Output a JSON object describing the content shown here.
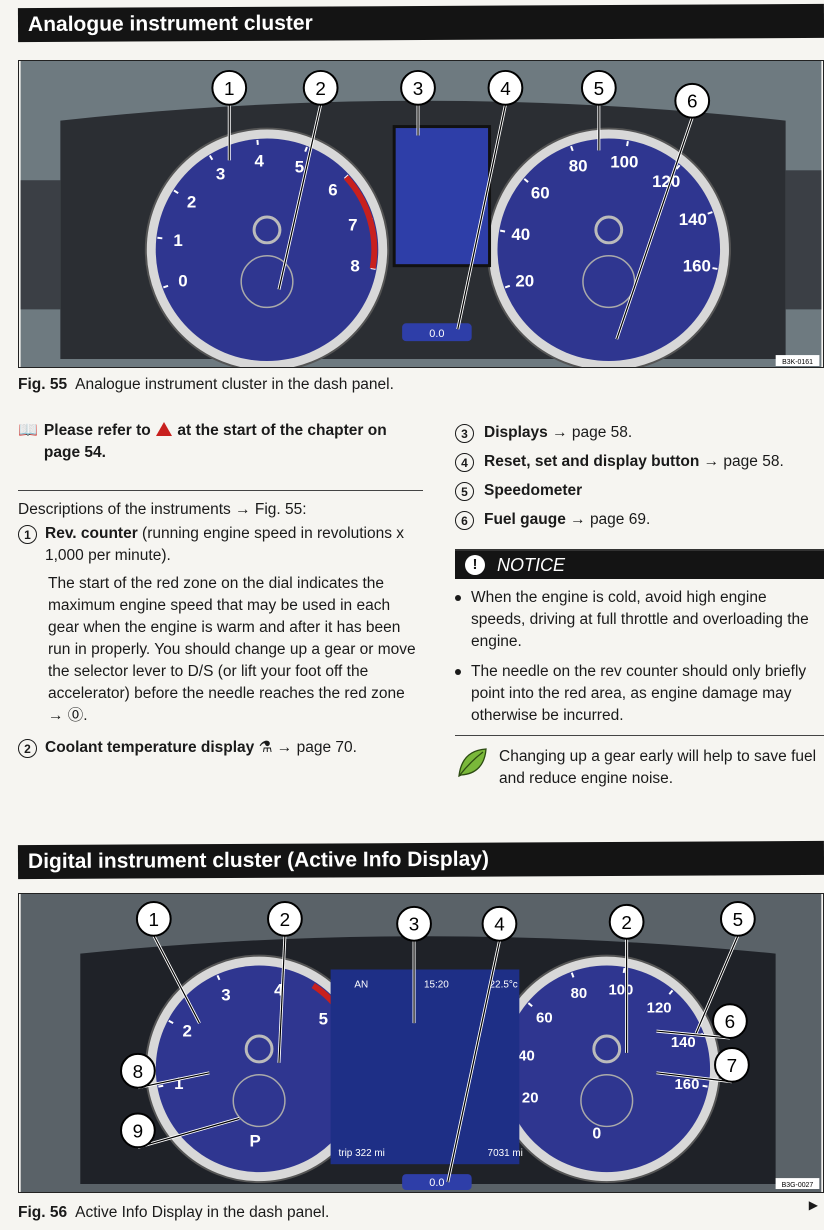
{
  "section1": {
    "title": "Analogue instrument cluster",
    "callouts": [
      "1",
      "2",
      "3",
      "4",
      "5",
      "6"
    ],
    "rev_numbers": [
      "0",
      "1",
      "2",
      "3",
      "4",
      "5",
      "6",
      "7",
      "8"
    ],
    "speed_numbers": [
      "20",
      "40",
      "60",
      "80",
      "100",
      "120",
      "140",
      "160"
    ],
    "button_value": "0.0",
    "fig_code": "B3K-0161",
    "caption_label": "Fig. 55",
    "caption_text": "Analogue instrument cluster in the dash panel."
  },
  "refer": {
    "text": "Please refer to",
    "text2": "at the start of the chapter on page 54."
  },
  "descriptions_intro": "Descriptions of the instruments → Fig. 55:",
  "items_left": [
    {
      "num": "1",
      "title": "Rev. counter",
      "text": " (running engine speed in revolutions x 1,000 per minute)."
    },
    {
      "num": "2",
      "title": "Coolant temperature display",
      "text": " → page 70."
    }
  ],
  "rev_paragraph": "The start of the red zone on the dial indicates the maximum engine speed that may be used in each gear when the engine is warm and after it has been run in properly. You should change up a gear or move the selector lever to D/S (or lift your foot off the accelerator) before the needle reaches the red zone → ⓪.",
  "items_right": [
    {
      "num": "3",
      "title": "Displays",
      "text": " → page 58."
    },
    {
      "num": "4",
      "title": "Reset, set and display button",
      "text": " → page 58."
    },
    {
      "num": "5",
      "title": "Speedometer",
      "text": ""
    },
    {
      "num": "6",
      "title": "Fuel gauge",
      "text": " → page 69."
    }
  ],
  "notice": {
    "title": "NOTICE",
    "bullets": [
      "When the engine is cold, avoid high engine speeds, driving at full throttle and overloading the engine.",
      "The needle on the rev counter should only briefly point into the red area, as engine damage may otherwise be incurred."
    ]
  },
  "tip_text": "Changing up a gear early will help to save fuel and reduce engine noise.",
  "section2": {
    "title": "Digital instrument cluster (Active Info Display)",
    "callouts": [
      "1",
      "2",
      "3",
      "4",
      "2",
      "5",
      "6",
      "7",
      "8",
      "9"
    ],
    "top_left": "AN",
    "time": "15:20",
    "temp": "22.5°c",
    "gear": "P",
    "trip": "trip 322 mi",
    "odo": "7031 mi",
    "speed_value": "0",
    "button_value": "0.0",
    "fig_code": "B3G-0027",
    "caption_label": "Fig. 56",
    "caption_text": "Active Info Display in the dash panel."
  },
  "colors": {
    "dial_blue": "#2f3690",
    "bar": "#141414",
    "red_zone": "#c8201e"
  }
}
